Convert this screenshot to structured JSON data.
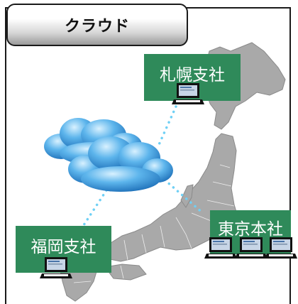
{
  "title": "クラウド",
  "offices": {
    "sapporo": {
      "label": "札幌支社",
      "laptops": 1
    },
    "tokyo": {
      "label": "東京本社",
      "laptops": 3
    },
    "fukuoka": {
      "label": "福岡支社",
      "laptops": 1
    }
  },
  "colors": {
    "office_box": "#2f8a5a",
    "map_land": "#a9a9a9",
    "cloud": "#2f8fd6",
    "dots": "#6fd0f5"
  },
  "icons": [
    "cloud-icon",
    "laptop-icon"
  ]
}
